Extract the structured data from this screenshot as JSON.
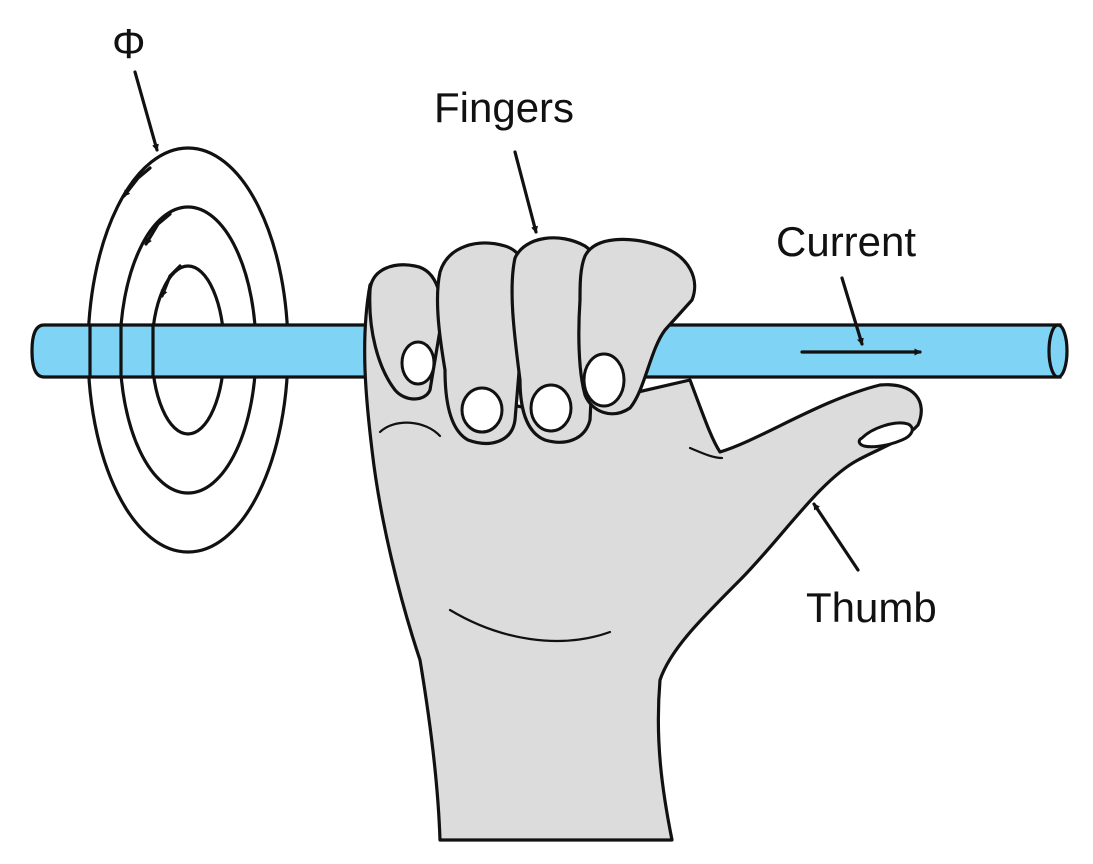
{
  "labels": {
    "flux": "Φ",
    "fingers": "Fingers",
    "current": "Current",
    "thumb": "Thumb"
  },
  "colors": {
    "wire_fill": "#7fd3f5",
    "skin_fill": "#dcdcdc",
    "line": "#111111",
    "background": "#ffffff"
  },
  "field_loops": 3
}
